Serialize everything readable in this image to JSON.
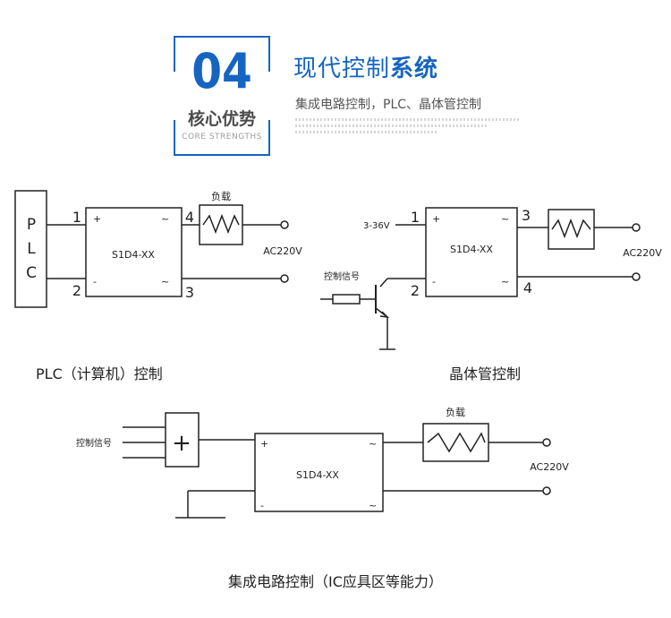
{
  "header": {
    "number": "04",
    "label": "核心优势",
    "label_sub": "CORE STRENGTHS",
    "title_plain": "现代控制",
    "title_bold": "系统",
    "subtitle": "集成电路控制，PLC、晶体管控制",
    "accent_color": "#1565c0"
  },
  "diagram1": {
    "plc_box": [
      "P",
      "L",
      "C"
    ],
    "module": "S1D4-XX",
    "plus": "+",
    "minus": "-",
    "tilde": "~",
    "pin1": "1",
    "pin2": "2",
    "pin3": "3",
    "pin4": "4",
    "load": "负载",
    "ac": "AC220V",
    "caption": "PLC（计算机）控制"
  },
  "diagram2": {
    "voltage": "3-36V",
    "signal": "控制信号",
    "module": "S1D4-XX",
    "plus": "+",
    "minus": "-",
    "tilde": "~",
    "pin1": "1",
    "pin2": "2",
    "pin3": "3",
    "pin4": "4",
    "ac": "AC220V",
    "caption": "晶体管控制"
  },
  "diagram3": {
    "signal": "控制信号",
    "opamp": "+",
    "module": "S1D4-XX",
    "plus": "+",
    "minus": "-",
    "tilde": "~",
    "load": "负载",
    "ac": "AC220V",
    "caption": "集成电路控制（IC应具区等能力）"
  }
}
